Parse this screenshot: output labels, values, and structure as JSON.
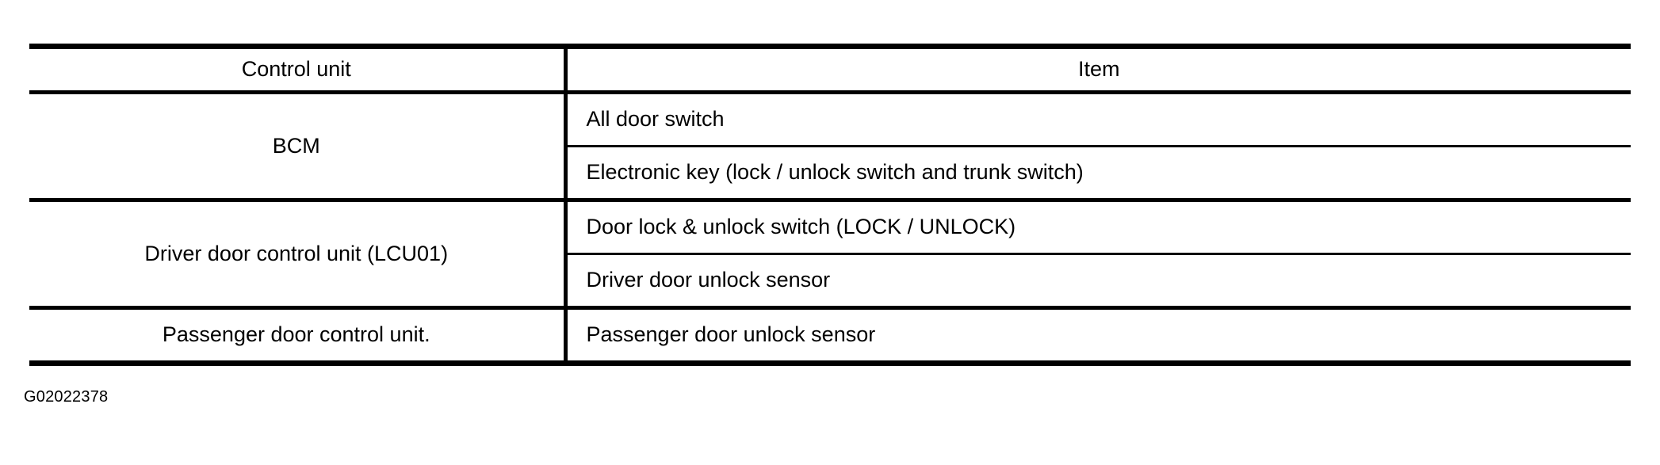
{
  "document": {
    "figure_id": "G02022378"
  },
  "table": {
    "columns": [
      {
        "key": "control_unit",
        "header": "Control unit"
      },
      {
        "key": "item",
        "header": "Item"
      }
    ],
    "groups": [
      {
        "control_unit": "BCM",
        "items": [
          "All door switch",
          "Electronic key (lock / unlock switch and trunk switch)"
        ]
      },
      {
        "control_unit": "Driver door control unit (LCU01)",
        "items": [
          "Door lock & unlock switch (LOCK / UNLOCK)",
          "Driver door unlock sensor"
        ]
      },
      {
        "control_unit": "Passenger door control unit.",
        "items": [
          "Passenger door unlock sensor"
        ]
      }
    ]
  },
  "style": {
    "text_color": "#000000",
    "rule_color": "#000000",
    "background": "#ffffff"
  }
}
